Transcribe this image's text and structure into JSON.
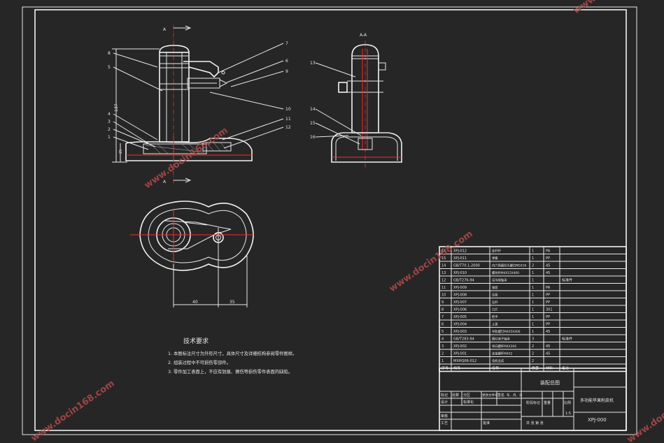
{
  "view_labels": {
    "section_mark": "A",
    "section_title": "A-A"
  },
  "dimensions": {
    "overall_height": "137",
    "base_height": "25",
    "width_left": "40",
    "width_right": "35"
  },
  "front_callouts": [
    "8",
    "5",
    "4",
    "3",
    "2",
    "1"
  ],
  "front_callouts_right": [
    "7",
    "6",
    "9",
    "10",
    "11",
    "12"
  ],
  "side_callouts": [
    "13",
    "14",
    "15",
    "16"
  ],
  "tech_requirements": {
    "title": "技术要求",
    "items": [
      "1. 本图标注尺寸为外形尺寸，具体尺寸及详细结构参阅零件图样。",
      "2. 组装过程中不可损伤零部件。",
      "3. 零件加工表面上，不应有划痕、擦伤等损伤零件表面的缺陷。"
    ]
  },
  "bom": [
    [
      "16",
      "XPJ-012",
      "连杆杆",
      "1",
      "PA",
      ""
    ],
    [
      "15",
      "XPJ-011",
      "弹簧",
      "1",
      "PP",
      ""
    ],
    [
      "14",
      "GB/T70.1-2000",
      "内六角圆柱头螺钉M5X16",
      "2",
      "45",
      ""
    ],
    [
      "13",
      "XPJ-010",
      "螺纹杆M4X15X400",
      "1",
      "45",
      ""
    ],
    [
      "12",
      "GB/T276-94",
      "深沟球轴承",
      "1",
      "",
      "标准件"
    ],
    [
      "11",
      "XPJ-009",
      "轴套",
      "1",
      "PA",
      ""
    ],
    [
      "10",
      "XPJ-008",
      "压板",
      "1",
      "PP",
      ""
    ],
    [
      "9",
      "XPJ-007",
      "压杆",
      "1",
      "PP",
      ""
    ],
    [
      "8",
      "XPJ-006",
      "刀片",
      "1",
      "301",
      ""
    ],
    [
      "7",
      "XPJ-005",
      "把手",
      "1",
      "PP",
      ""
    ],
    [
      "6",
      "XPJ-004",
      "上盖",
      "1",
      "PP",
      ""
    ],
    [
      "5",
      "XPJ-003",
      "导轨螺钉M4X5X400",
      "1",
      "45",
      ""
    ],
    [
      "4",
      "GB/T283-94",
      "圆柱滚子轴承",
      "3",
      "",
      "标准件"
    ],
    [
      "3",
      "XPJ-002",
      "导向螺杆M4X3X6",
      "2",
      "45",
      ""
    ],
    [
      "2",
      "XPJ-001",
      "连接螺杆M4X2",
      "2",
      "45",
      ""
    ],
    [
      "1",
      "MXHQ06-012",
      "电机总成",
      "2",
      "",
      ""
    ]
  ],
  "bom_header": [
    "序号",
    "代号",
    "名称",
    "数量",
    "材料",
    "备注"
  ],
  "title_block": {
    "drawing_name": "装配总图",
    "product_name": "多功能苹果削皮机",
    "drawing_no": "XPJ-000",
    "scale": "1:5",
    "stage_mark": "阶段标记",
    "weight": "重量",
    "scale_label": "比例",
    "mark_label": "标记",
    "count_label": "处数",
    "zone_label": "分区",
    "change_label": "更改文件号",
    "sign_label": "签名",
    "date_label": "年、月、日",
    "design_label": "设计",
    "standard_label": "标准化",
    "review_label": "审核",
    "process_label": "工艺",
    "approve_label": "批准",
    "sheet_total": "共 张 第 张"
  },
  "watermark": "www.docin168.com"
}
